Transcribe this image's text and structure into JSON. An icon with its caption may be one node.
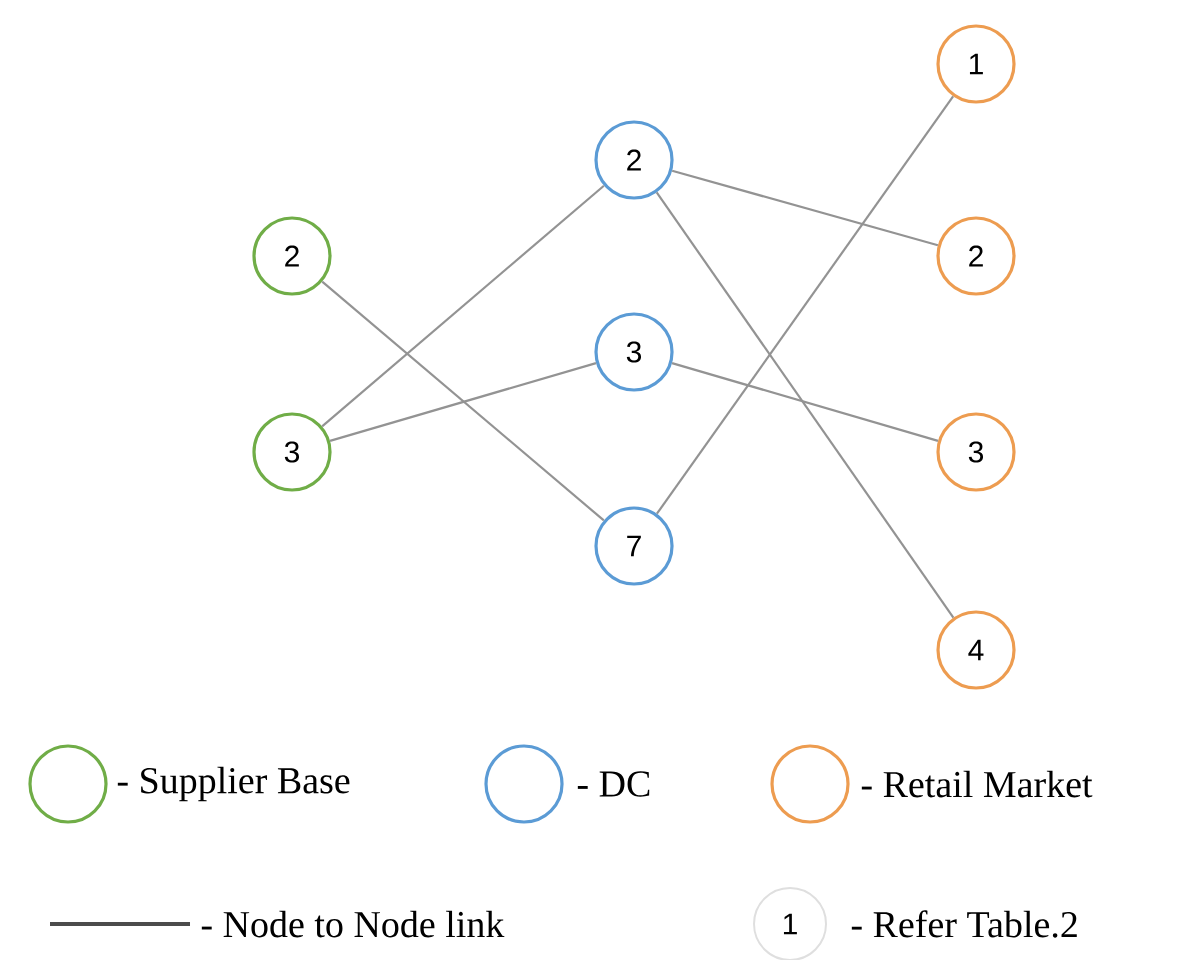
{
  "diagram": {
    "nodes": [
      {
        "text": [
          "2"
        ]
      },
      {
        "text": [
          "3"
        ]
      },
      {
        "text": [
          "2"
        ]
      },
      {
        "text": [
          "3"
        ]
      },
      {
        "text": [
          "7"
        ]
      },
      {
        "text": [
          "1"
        ]
      },
      {
        "text": [
          "2"
        ]
      },
      {
        "text": [
          "3"
        ]
      },
      {
        "text": [
          "4"
        ]
      }
    ],
    "edges": [
      {
        "from": 0,
        "to": 4,
        "arrow": "none"
      },
      {
        "from": 1,
        "to": 2,
        "arrow": "none"
      },
      {
        "from": 1,
        "to": 3,
        "arrow": "none"
      },
      {
        "from": 4,
        "to": 5,
        "arrow": "none"
      },
      {
        "from": 2,
        "to": 6,
        "arrow": "none"
      },
      {
        "from": 2,
        "to": 8,
        "arrow": "none"
      },
      {
        "from": 3,
        "to": 7,
        "arrow": "none"
      }
    ],
    "labels": [
      "1"
    ],
    "legend": [
      {
        "text": "- Supplier Base",
        "color": "#70ad47"
      },
      {
        "text": "- DC",
        "color": "#5b9bd5"
      },
      {
        "text": "- Retail Market",
        "color": "#ed9c50"
      },
      {
        "text": "- Node to Node link"
      },
      {
        "text": "- Refer Table.2"
      }
    ]
  }
}
